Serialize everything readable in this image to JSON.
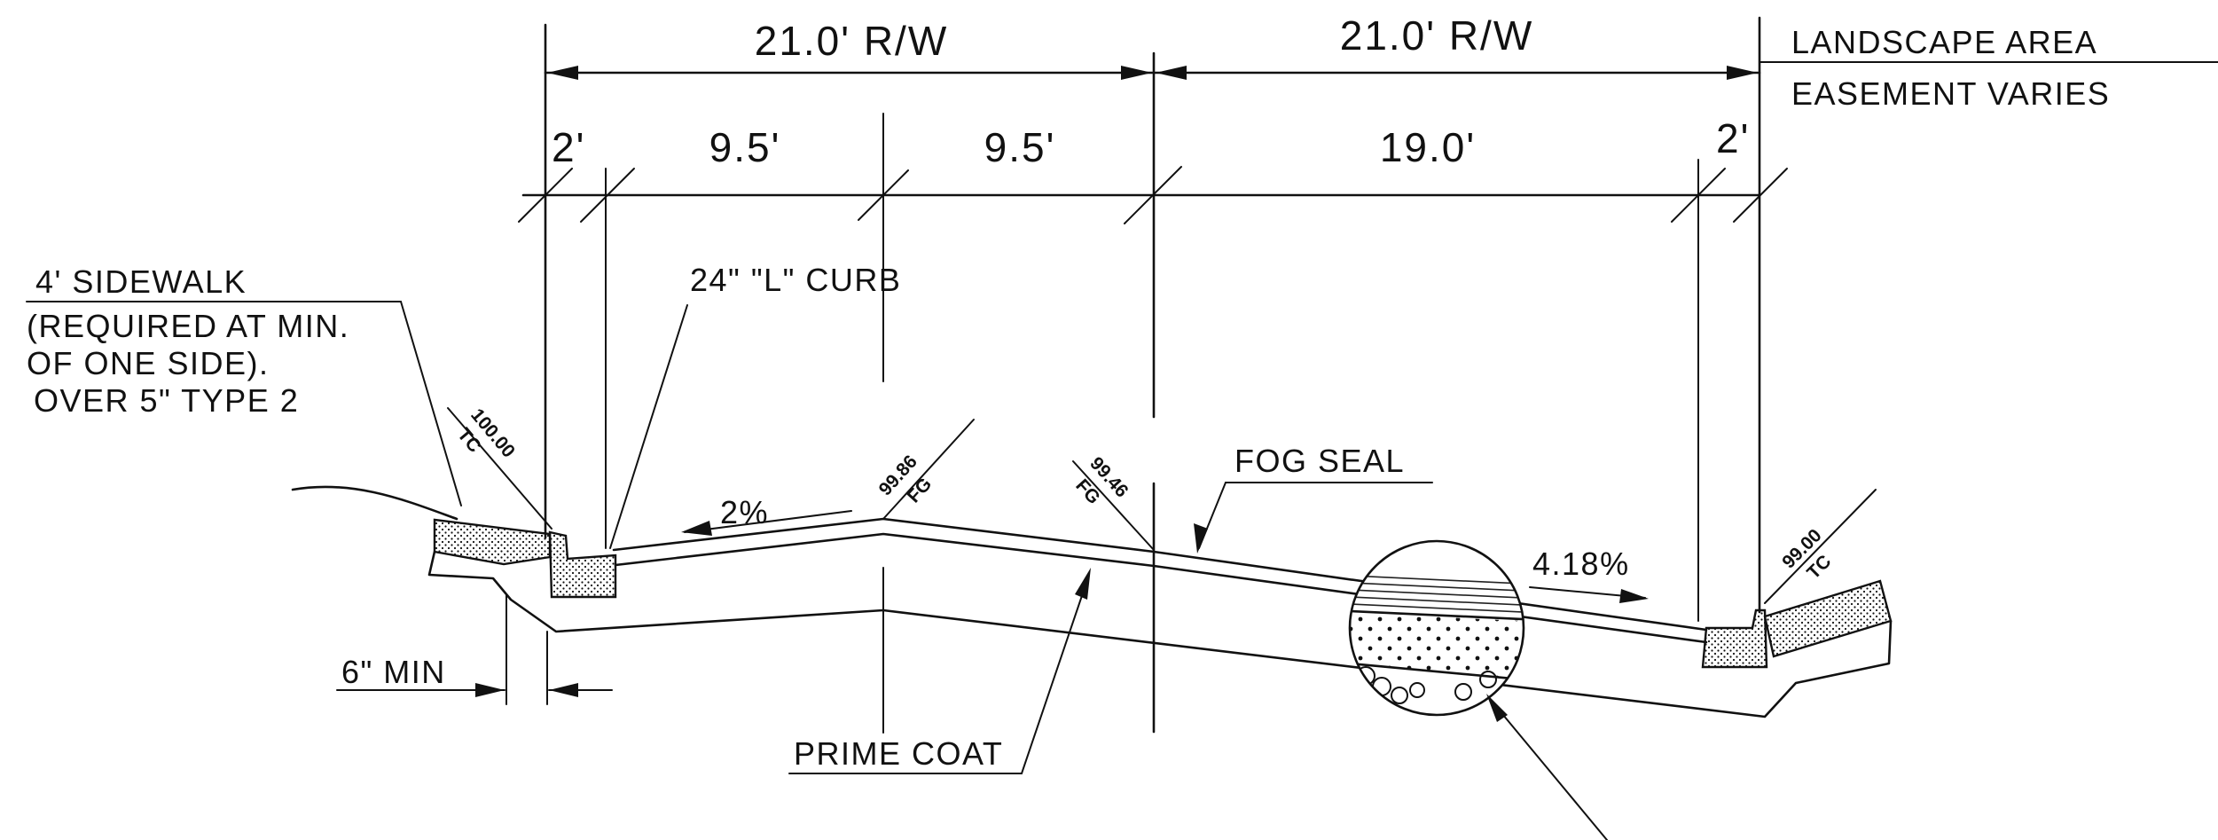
{
  "dimensions": {
    "row_width_left": "21.0' R/W",
    "row_width_right": "21.0' R/W",
    "curb_left": "2'",
    "lane_left_a": "9.5'",
    "lane_left_b": "9.5'",
    "lane_right": "19.0'",
    "curb_right": "2'"
  },
  "callouts": {
    "landscape_area": "LANDSCAPE AREA",
    "easement_varies": "EASEMENT VARIES",
    "sidewalk_line1": "4' SIDEWALK",
    "sidewalk_line2": "(REQUIRED AT MIN.",
    "sidewalk_line3": "OF ONE SIDE).",
    "sidewalk_line4": "OVER 5\" TYPE 2",
    "l_curb": "24\" \"L\" CURB",
    "fog_seal": "FOG SEAL",
    "prime_coat": "PRIME COAT",
    "six_in_min": "6\" MIN"
  },
  "slopes": {
    "left": "2%",
    "right": "4.18%"
  },
  "elevations": {
    "left_tc_value": "100.00",
    "left_tc_label": "TC",
    "crown_fg_value": "99.86",
    "crown_fg_label": "FG",
    "center_fg_value": "99.46",
    "center_fg_label": "FG",
    "right_tc_value": "99.00",
    "right_tc_label": "TC"
  }
}
